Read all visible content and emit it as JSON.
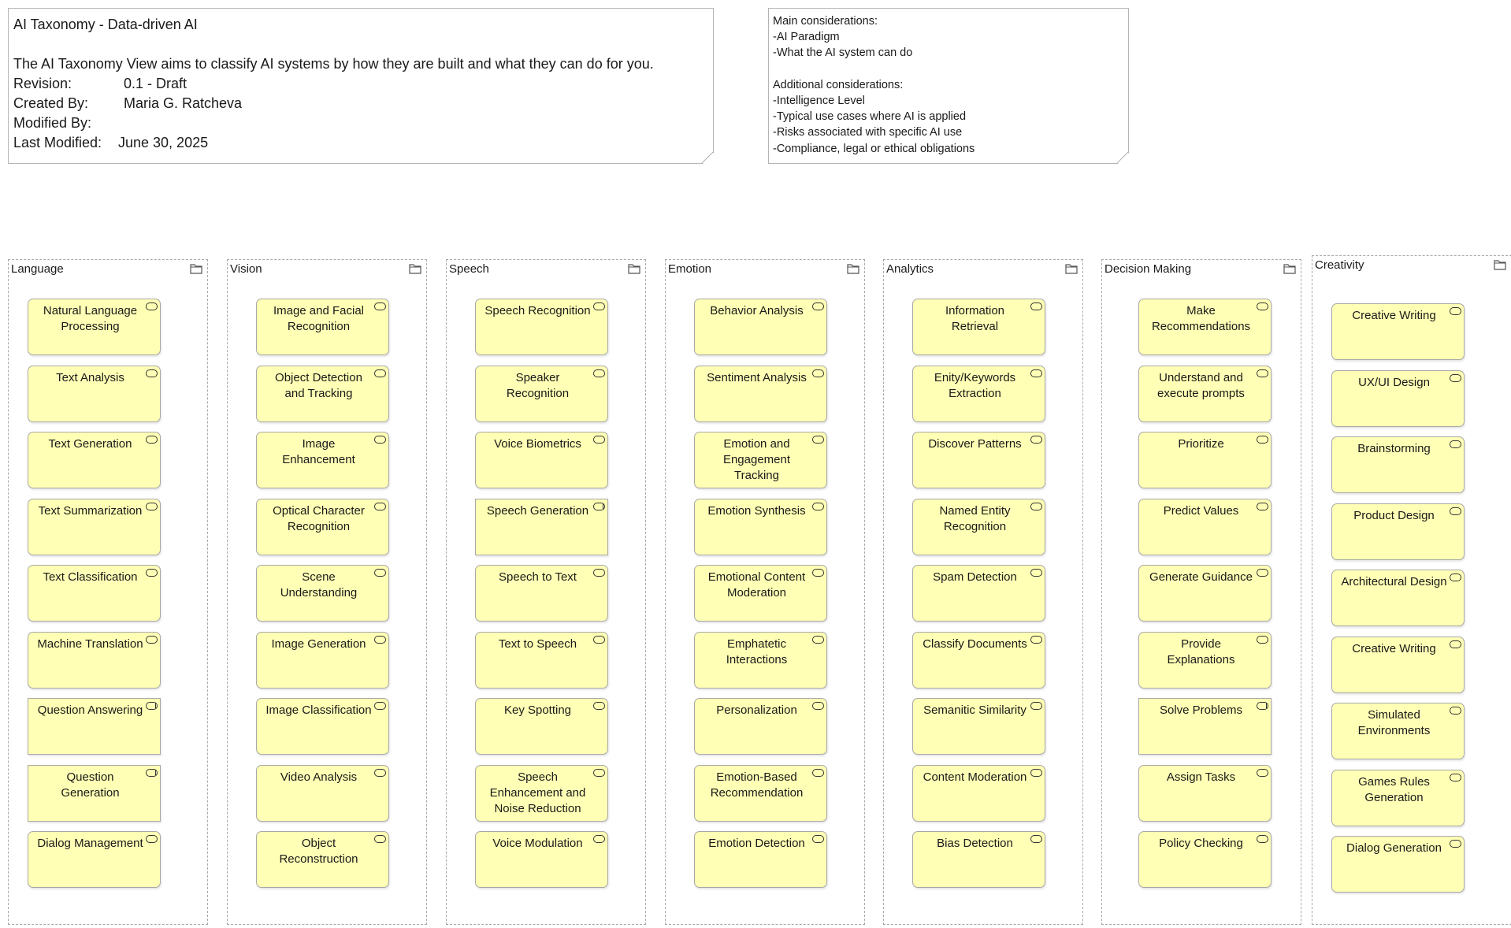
{
  "header_note": {
    "title": "AI Taxonomy - Data-driven AI",
    "description": "The AI Taxonomy View aims to classify  AI systems by how they are built and what they can do for you.",
    "revision_label": "Revision:",
    "revision_value": "0.1 - Draft",
    "created_label": "Created By:",
    "created_value": "Maria G. Ratcheva",
    "modified_label": "Modified By:",
    "modified_value": "",
    "last_modified_label": "Last Modified:",
    "last_modified_value": "June 30, 2025"
  },
  "considerations_note": {
    "main_heading": "Main considerations:",
    "main_items": [
      "-AI Paradigm",
      "-What the AI system can do"
    ],
    "additional_heading": "Additional considerations:",
    "additional_items": [
      "-Intelligence Level",
      "-Typical use cases where AI is applied",
      "-Risks associated with specific AI use",
      "-Compliance, legal or ethical obligations"
    ]
  },
  "colors": {
    "capability_fill": "#ffffb5",
    "border": "#a8a8a8",
    "group_border": "#a8a8a8"
  },
  "groups": [
    {
      "title": "Language",
      "icon": "folder-icon",
      "items": [
        {
          "label": "Natural Language Processing"
        },
        {
          "label": "Text Analysis"
        },
        {
          "label": "Text Generation"
        },
        {
          "label": "Text Summarization"
        },
        {
          "label": "Text Classification"
        },
        {
          "label": "Machine Translation"
        },
        {
          "label": "Question Answering",
          "shape": "square",
          "icon": "service-icon"
        },
        {
          "label": "Question Generation",
          "shape": "square",
          "icon": "service-icon"
        },
        {
          "label": "Dialog Management"
        }
      ]
    },
    {
      "title": "Vision",
      "icon": "folder-icon",
      "items": [
        {
          "label": "Image and Facial Recognition"
        },
        {
          "label": "Object Detection and Tracking"
        },
        {
          "label": "Image Enhancement"
        },
        {
          "label": "Optical Character Recognition"
        },
        {
          "label": "Scene Understanding"
        },
        {
          "label": "Image Generation"
        },
        {
          "label": "Image Classification"
        },
        {
          "label": "Video Analysis"
        },
        {
          "label": "Object Reconstruction"
        }
      ]
    },
    {
      "title": "Speech",
      "icon": "folder-icon",
      "items": [
        {
          "label": "Speech Recognition"
        },
        {
          "label": "Speaker Recognition"
        },
        {
          "label": "Voice Biometrics"
        },
        {
          "label": "Speech Generation",
          "shape": "square",
          "icon": "service-icon"
        },
        {
          "label": "Speech to Text"
        },
        {
          "label": "Text to Speech"
        },
        {
          "label": "Key Spotting"
        },
        {
          "label": "Speech Enhancement and Noise Reduction"
        },
        {
          "label": "Voice Modulation"
        }
      ]
    },
    {
      "title": "Emotion",
      "icon": "folder-icon",
      "items": [
        {
          "label": "Behavior Analysis"
        },
        {
          "label": "Sentiment Analysis"
        },
        {
          "label": "Emotion and Engagement Tracking"
        },
        {
          "label": "Emotion Synthesis"
        },
        {
          "label": "Emotional Content Moderation"
        },
        {
          "label": "Emphatetic Interactions"
        },
        {
          "label": "Personalization"
        },
        {
          "label": "Emotion-Based Recommendation"
        },
        {
          "label": "Emotion Detection"
        }
      ]
    },
    {
      "title": "Analytics",
      "icon": "folder-icon",
      "items": [
        {
          "label": "Information Retrieval"
        },
        {
          "label": "Enity/Keywords Extraction"
        },
        {
          "label": "Discover Patterns"
        },
        {
          "label": "Named Entity Recognition"
        },
        {
          "label": "Spam Detection"
        },
        {
          "label": "Classify Documents"
        },
        {
          "label": "Semanitic Similarity"
        },
        {
          "label": "Content Moderation"
        },
        {
          "label": "Bias Detection"
        }
      ]
    },
    {
      "title": "Decision Making",
      "icon": "folder-icon",
      "items": [
        {
          "label": "Make Recommendations"
        },
        {
          "label": "Understand and execute prompts"
        },
        {
          "label": "Prioritize"
        },
        {
          "label": "Predict Values"
        },
        {
          "label": "Generate Guidance"
        },
        {
          "label": "Provide Explanations"
        },
        {
          "label": "Solve Problems",
          "shape": "square",
          "icon": "service-icon"
        },
        {
          "label": "Assign Tasks"
        },
        {
          "label": "Policy Checking"
        }
      ]
    },
    {
      "title": "Creativity",
      "icon": "folder-icon",
      "items": [
        {
          "label": "Creative Writing"
        },
        {
          "label": "UX/UI Design"
        },
        {
          "label": "Brainstorming"
        },
        {
          "label": "Product Design"
        },
        {
          "label": "Architectural Design"
        },
        {
          "label": "Creative Writing"
        },
        {
          "label": "Simulated Environments"
        },
        {
          "label": "Games Rules Generation"
        },
        {
          "label": "Dialog Generation"
        }
      ]
    }
  ]
}
